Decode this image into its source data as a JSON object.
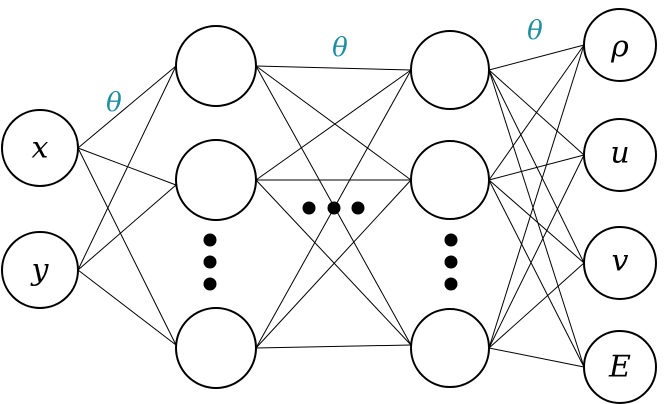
{
  "inputs": {
    "x": "x",
    "y": "y"
  },
  "outputs": {
    "rho": "ρ",
    "u": "u",
    "v": "v",
    "E": "E"
  },
  "weights": {
    "input_hidden": "θ",
    "hidden_hidden": "θ",
    "hidden_output": "θ"
  },
  "colors": {
    "weight_label": "#1f8ea3",
    "stroke": "#000000",
    "fill": "#ffffff"
  }
}
